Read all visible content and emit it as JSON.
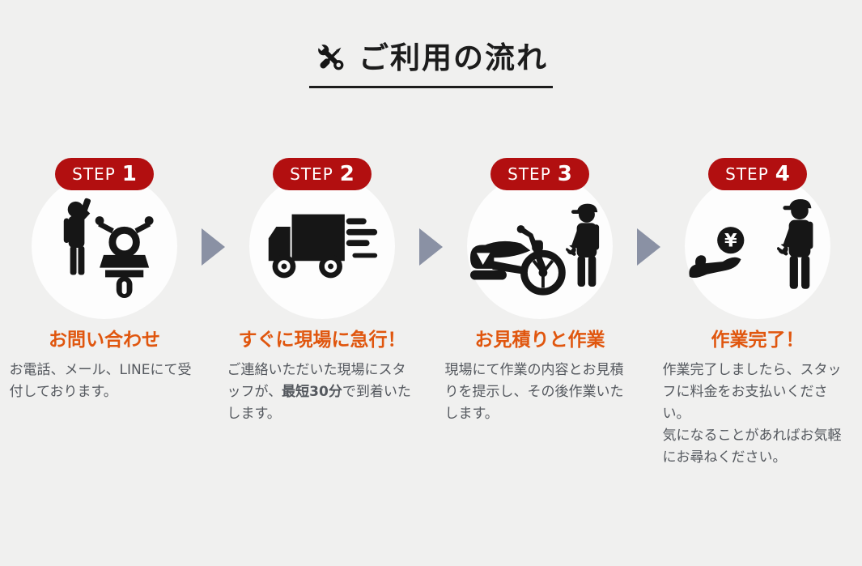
{
  "header": {
    "title": "ご利用の流れ",
    "icon": "crossed-wrench-screwdriver-icon"
  },
  "colors": {
    "page_bg": "#f0f0ef",
    "badge_red": "#b20f10",
    "accent_orange": "#e0560e",
    "description_gray": "#54585e",
    "arrow_gray": "#8a91a4",
    "circle_bg": "#fdfdfd",
    "pictogram_black": "#161616"
  },
  "steps": [
    {
      "badge_prefix": "STEP",
      "badge_number": "1",
      "icon": "caller-with-motorcycle-icon",
      "title": "お問い合わせ",
      "description": "お電話、メール、LINEにて受付しております。"
    },
    {
      "badge_prefix": "STEP",
      "badge_number": "2",
      "icon": "speeding-truck-icon",
      "title": "すぐに現場に急行！",
      "description_before_bold": "ご連絡いただいた現場にスタッフが、",
      "description_bold": "最短30分",
      "description_after_bold": "で到着いたします。"
    },
    {
      "badge_prefix": "STEP",
      "badge_number": "3",
      "icon": "motorcycle-with-mechanic-icon",
      "title": "お見積りと作業",
      "description": "現場にて作業の内容とお見積りを提示し、その後作業いたします。"
    },
    {
      "badge_prefix": "STEP",
      "badge_number": "4",
      "icon": "payment-hand-with-mechanic-icon",
      "title": "作業完了！",
      "description_line1": "作業完了しましたら、スタッフに料金をお支払いください。",
      "description_line2": "気になることがあればお気軽にお尋ねください。"
    }
  ]
}
